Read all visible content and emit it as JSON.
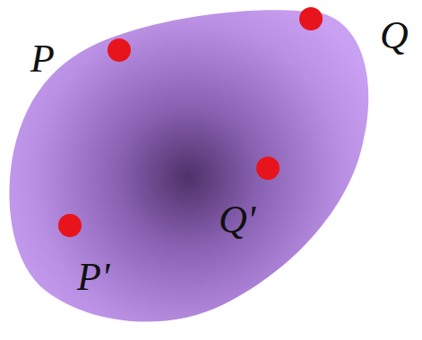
{
  "diagram": {
    "labels": [
      "P",
      "Q",
      "Q'",
      "P'"
    ]
  }
}
